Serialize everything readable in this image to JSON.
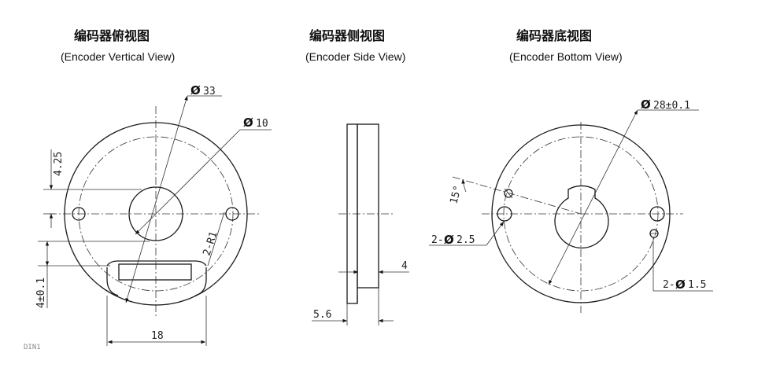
{
  "views": [
    {
      "title": "编码器俯视图",
      "subtitle": "(Encoder Vertical View)"
    },
    {
      "title": "编码器侧视图",
      "subtitle": "(Encoder Side View)"
    },
    {
      "title": "编码器底视图",
      "subtitle": "(Encoder Bottom View)"
    }
  ],
  "dims": {
    "top_outer": "33",
    "top_inner": "10",
    "top_v1": "4.25",
    "top_v2": "4±0.1",
    "top_r": "2-R1",
    "top_w": "18",
    "top_partial": "DIN1",
    "side_t": "4",
    "side_h": "5.6",
    "bot_outer": "28±0.1",
    "bot_angle": "15°",
    "bot_hole1": "2-",
    "bot_hole1_v": "2.5",
    "bot_hole2": "2-",
    "bot_hole2_v": "1.5",
    "phi": "Ø"
  }
}
